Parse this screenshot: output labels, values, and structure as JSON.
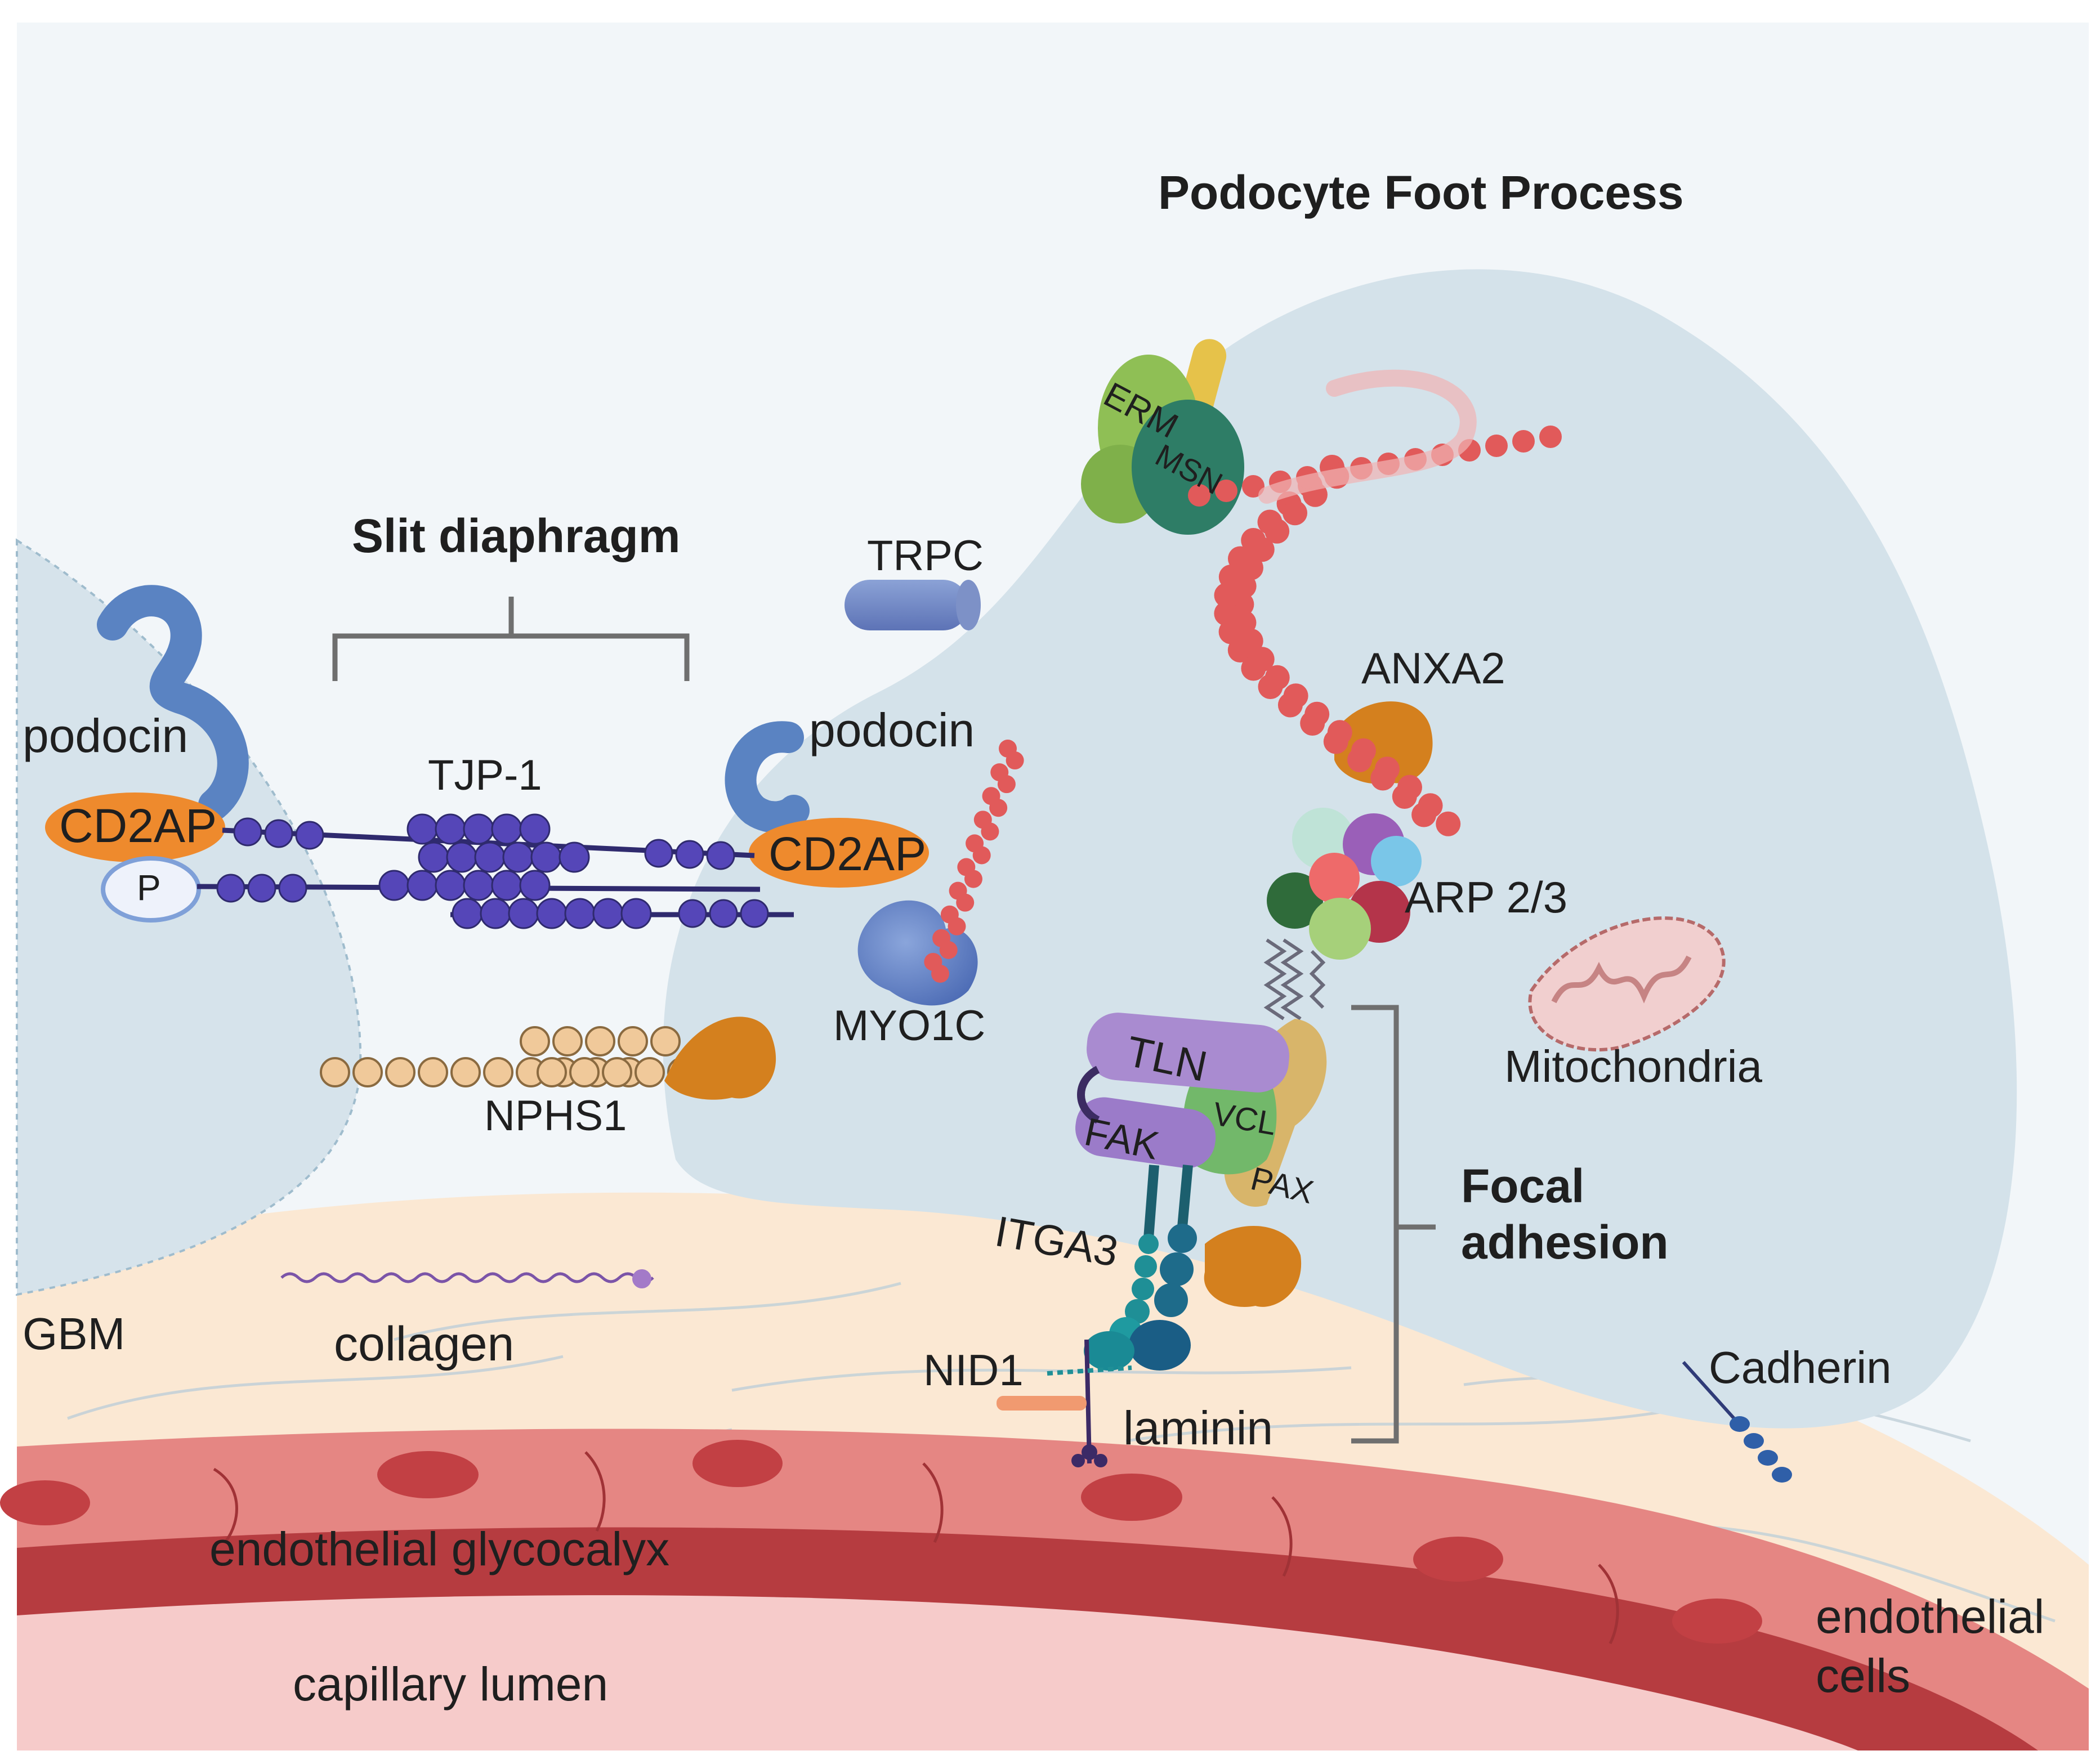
{
  "title": "Podocyte Foot Process",
  "sections": {
    "slit": "Slit diaphragm",
    "focal": [
      "Focal",
      "adhesion"
    ]
  },
  "labels": {
    "podocin_left": "podocin",
    "podocin_right": "podocin",
    "cd2ap_left": "CD2AP",
    "cd2ap_right": "CD2AP",
    "p": "P",
    "tjp1": "TJP-1",
    "nphs1": "NPHS1",
    "myo1c": "MYO1C",
    "trpc": "TRPC",
    "erm": "ERM",
    "msn": "MSN",
    "anxa2": "ANXA2",
    "arp": "ARP 2/3",
    "mito": "Mitochondria",
    "tln": "TLN",
    "fak": "FAK",
    "vcl": "VCL",
    "pax": "PAX",
    "itga3": "ITGA3",
    "nid1": "NID1",
    "laminin": "laminin",
    "cadherin": "Cadherin",
    "gbm": "GBM",
    "collagen": "collagen",
    "glycocalyx": "endothelial glycocalyx",
    "lumen": "capillary lumen",
    "endo": [
      "endothelial",
      "cells"
    ]
  },
  "colors": {
    "cell": "#d5e3eb",
    "gbm": "#fbe7d1",
    "endothelium": "#e3817f",
    "endo_dark": "#b83f42",
    "lumen": "#f5c9c8",
    "podocin": "#5a83c2",
    "cd2ap": "#ee8a2d",
    "tjp": "#5546b8",
    "actin": "#e15a5a",
    "nphs1": "#f0c99a"
  }
}
